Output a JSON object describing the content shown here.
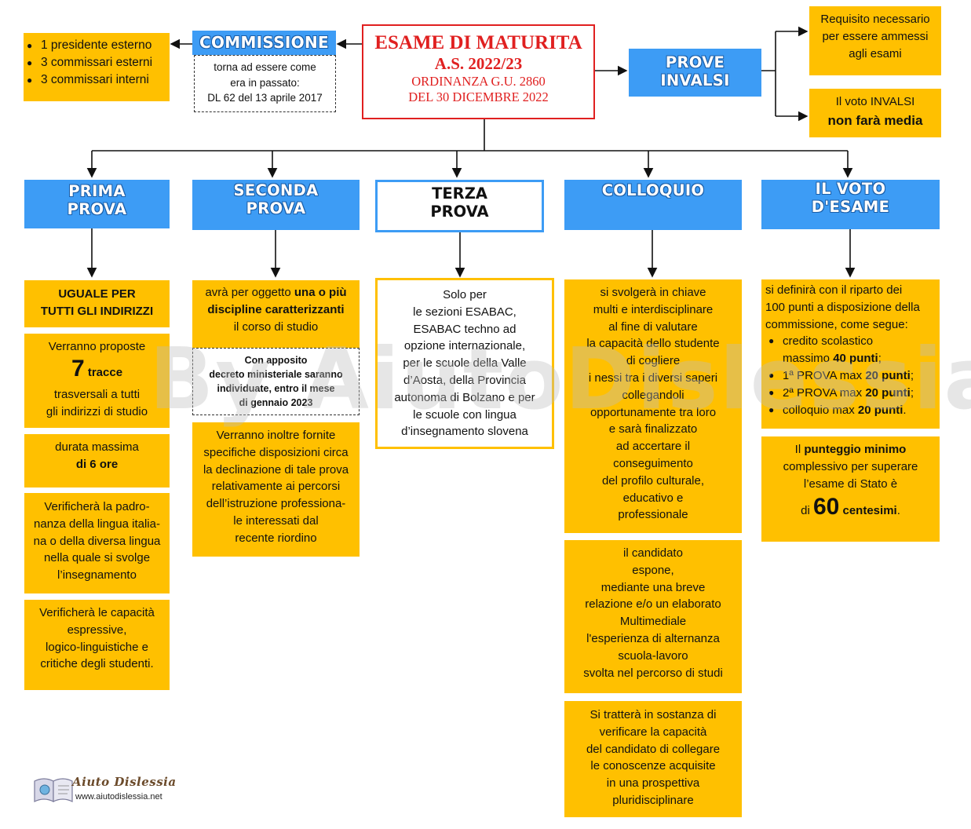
{
  "title": {
    "line1": "ESAME DI MATURITA",
    "line2": "A.S. 2022/23",
    "line3": "ORDINANZA G.U. 2860",
    "line4": "DEL 30 DICEMBRE 2022"
  },
  "commissione": {
    "header": "COMMISSIONE",
    "members": [
      "1 presidente esterno",
      "3 commissari esterni",
      "3 commissari interni"
    ],
    "note": [
      "torna ad essere come",
      "era in passato:",
      "DL 62 del 13 aprile 2017"
    ]
  },
  "invalsi": {
    "header_line1": "PROVE",
    "header_line2": "INVALSI",
    "req": [
      "Requisito necessario",
      "per essere ammessi",
      "agli esami"
    ],
    "voto_line1": "Il voto INVALSI",
    "voto_line2": "non farà media"
  },
  "prima": {
    "header_line1": "PRIMA",
    "header_line2": "PROVA",
    "box1": [
      "UGUALE PER",
      "TUTTI GLI INDIRIZZI"
    ],
    "box2_line1": "Verranno proposte",
    "box2_num": "7",
    "box2_word": "tracce",
    "box2_line3": "trasversali a tutti",
    "box2_line4": "gli indirizzi di studio",
    "box3_line1": "durata massima",
    "box3_line2": "di 6 ore",
    "box4": [
      "Verificherà la padro-",
      "nanza della lingua italia-",
      "na o della diversa lingua",
      "nella quale si svolge",
      "l’insegnamento"
    ],
    "box5": [
      "Verificherà le capacità",
      "espressive,",
      "logico-linguistiche e",
      "critiche degli studenti."
    ]
  },
  "seconda": {
    "header_line1": "SECONDA",
    "header_line2": "PROVA",
    "box1_a": "avrà per oggetto ",
    "box1_b": "una o più",
    "box1_c": "discipline caratterizzanti",
    "box1_d": "il corso di studio",
    "note": [
      "Con apposito",
      "decreto ministeriale saranno",
      "individuate, entro il mese",
      "di gennaio 2023"
    ],
    "box2": [
      "Verranno inoltre fornite",
      "specifiche disposizioni circa",
      "la declinazione di tale prova",
      "relativamente ai percorsi",
      "dell’istruzione professiona-",
      "le interessati dal",
      "recente riordino"
    ]
  },
  "terza": {
    "header_line1": "TERZA",
    "header_line2": "PROVA",
    "box": [
      "Solo per",
      "le sezioni ESABAC,",
      "ESABAC techno ad",
      "opzione internazionale,",
      "per le scuole della Valle",
      "d’Aosta, della Provincia",
      "autonoma di Bolzano e per",
      "le scuole con lingua",
      "d’insegnamento slovena"
    ]
  },
  "colloquio": {
    "header": "COLLOQUIO",
    "box1": [
      "si svolgerà in chiave",
      "multi e interdisciplinare",
      "al fine di valutare",
      "la capacità dello studente",
      "di cogliere",
      "i nessi tra i diversi saperi",
      "collegandoli",
      "opportunamente tra loro",
      "e sarà finalizzato",
      "ad accertare il",
      "conseguimento",
      "del profilo culturale,",
      "educativo e",
      "professionale"
    ],
    "box2": [
      "il candidato",
      "espone,",
      "mediante una breve",
      "relazione e/o un elaborato",
      "Multimediale",
      "l'esperienza di alternanza",
      "scuola-lavoro",
      "svolta nel percorso di studi"
    ],
    "box3": [
      "Si tratterà in sostanza di",
      "verificare la capacità",
      "del candidato di collegare",
      "le conoscenze acquisite",
      "in una prospettiva",
      "pluridisciplinare"
    ]
  },
  "voto": {
    "header_line1": "IL VOTO",
    "header_line2": "D'ESAME",
    "intro": [
      "si definirà con il riparto dei",
      "100 punti a disposizione della",
      "commissione, come segue:"
    ],
    "credito_a": "credito scolastico",
    "credito_b": "massimo ",
    "credito_c": "40 punti",
    "credito_d": ";",
    "p1_a": "1ª PROVA max ",
    "p1_b": "20 punti",
    "p1_c": ";",
    "p2_a": "2ª PROVA max ",
    "p2_b": "20 punti",
    "p2_c": ";",
    "coll_a": "colloquio max ",
    "coll_b": "20 punti",
    "coll_c": ".",
    "min_a": "Il ",
    "min_b": "punteggio minimo",
    "min_c": "complessivo per superare",
    "min_d": "l’esame di Stato è",
    "min_e": "di ",
    "min_num": "60",
    "min_f": " centesimi",
    "min_g": "."
  },
  "footer": {
    "logo_text": "Aiuto Dislessia",
    "url": "www.aiutodislessia.net"
  },
  "watermark": "By AiutoDislessia.net",
  "colors": {
    "orange": "#FFC000",
    "blue": "#3D9CF5",
    "red": "#E02020"
  }
}
